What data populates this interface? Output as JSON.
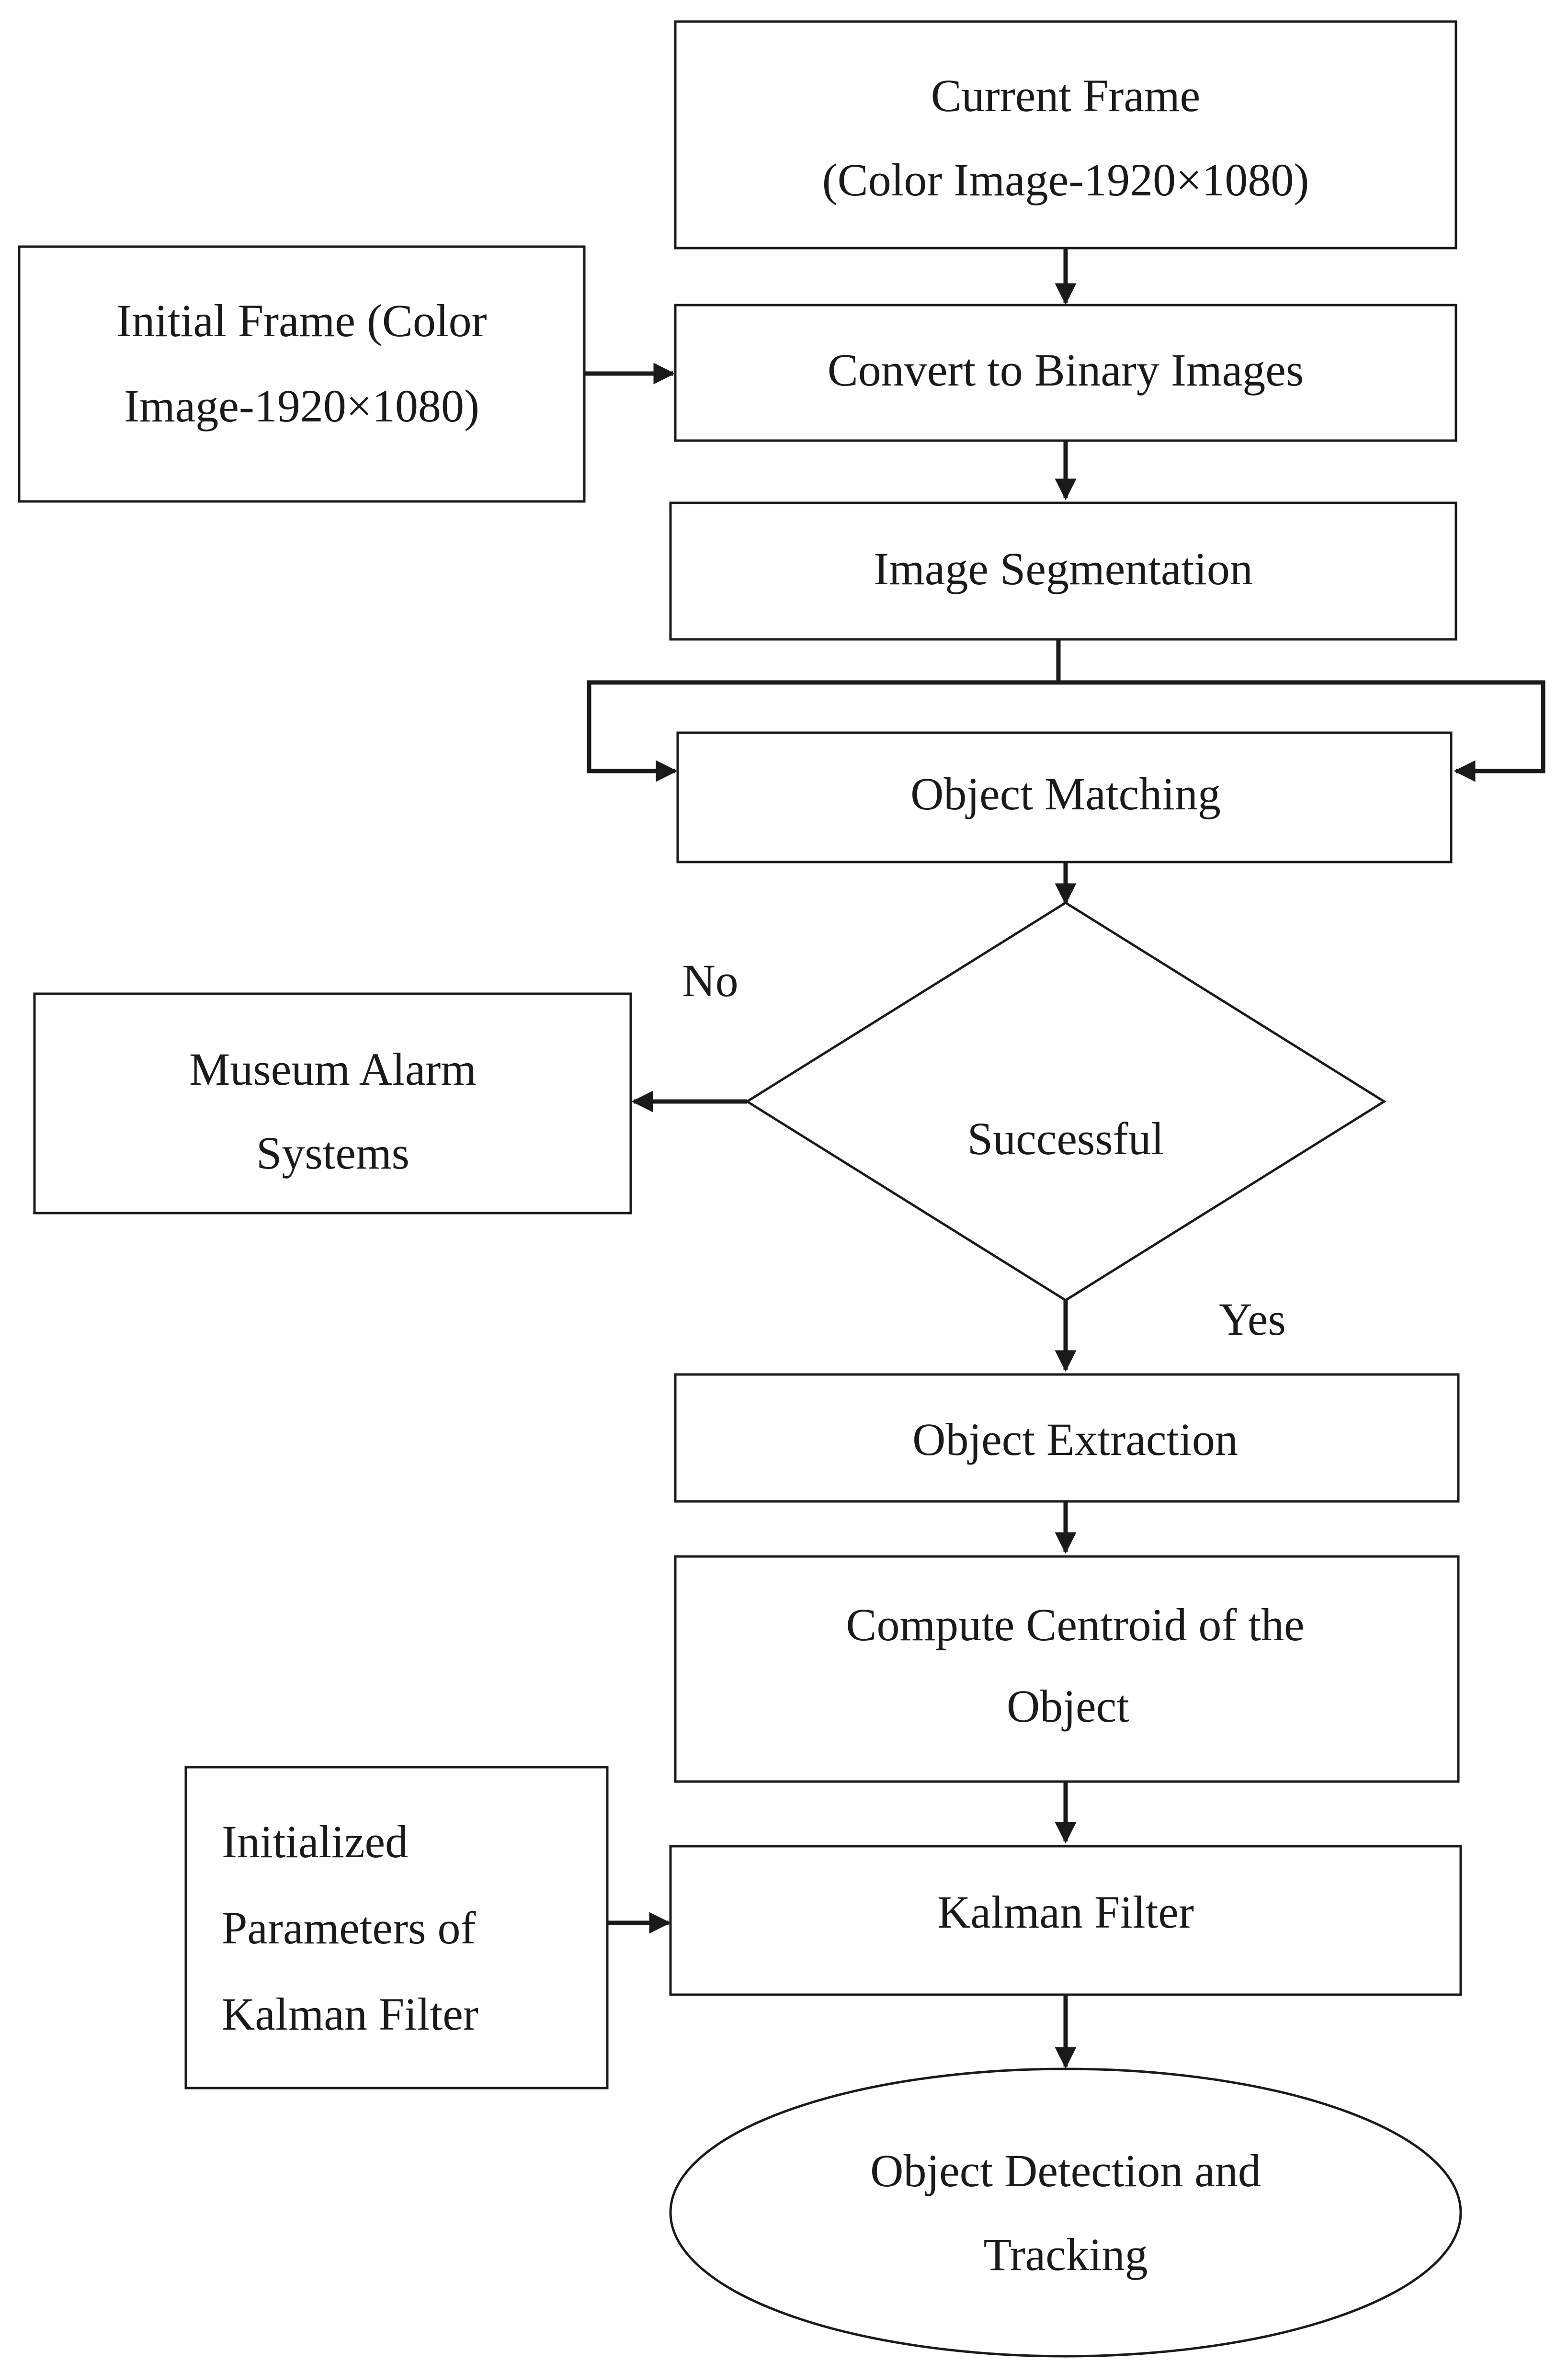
{
  "nodes": {
    "current_frame": [
      "Current Frame",
      "(Color Image-1920×1080)"
    ],
    "initial_frame": [
      "Initial Frame (Color",
      "Image-1920×1080)"
    ],
    "convert_binary": [
      "Convert to Binary Images"
    ],
    "image_segmentation": [
      "Image Segmentation"
    ],
    "object_matching": [
      "Object Matching"
    ],
    "successful": [
      "Successful"
    ],
    "museum_alarm": [
      "Museum Alarm",
      "Systems"
    ],
    "object_extraction": [
      "Object Extraction"
    ],
    "compute_centroid": [
      "Compute Centroid of the",
      "Object"
    ],
    "init_params": [
      "Initialized",
      "Parameters of",
      "Kalman Filter"
    ],
    "kalman_filter": [
      "Kalman Filter"
    ],
    "detection_tracking": [
      "Object Detection and",
      "Tracking"
    ]
  },
  "edge_labels": {
    "no": "No",
    "yes": "Yes"
  },
  "colors": {
    "stroke": "#1a1a1a",
    "background": "#ffffff"
  }
}
